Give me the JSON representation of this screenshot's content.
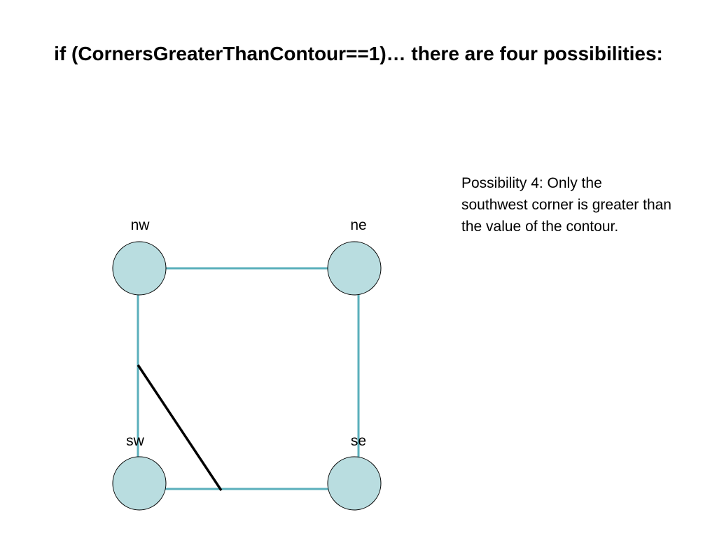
{
  "slide": {
    "title": "if (CornersGreaterThanContour==1)… there are four possibilities:",
    "description": "Possibility 4:  Only the southwest corner is greater than the value of the contour."
  },
  "diagram": {
    "corners": {
      "nw": {
        "label": "nw"
      },
      "ne": {
        "label": "ne"
      },
      "sw": {
        "label": "sw"
      },
      "se": {
        "label": "se"
      }
    },
    "colors": {
      "cell_edge": "#5aafbb",
      "corner_fill": "#b9dde0",
      "corner_stroke": "#000000",
      "contour_line": "#000000"
    }
  }
}
